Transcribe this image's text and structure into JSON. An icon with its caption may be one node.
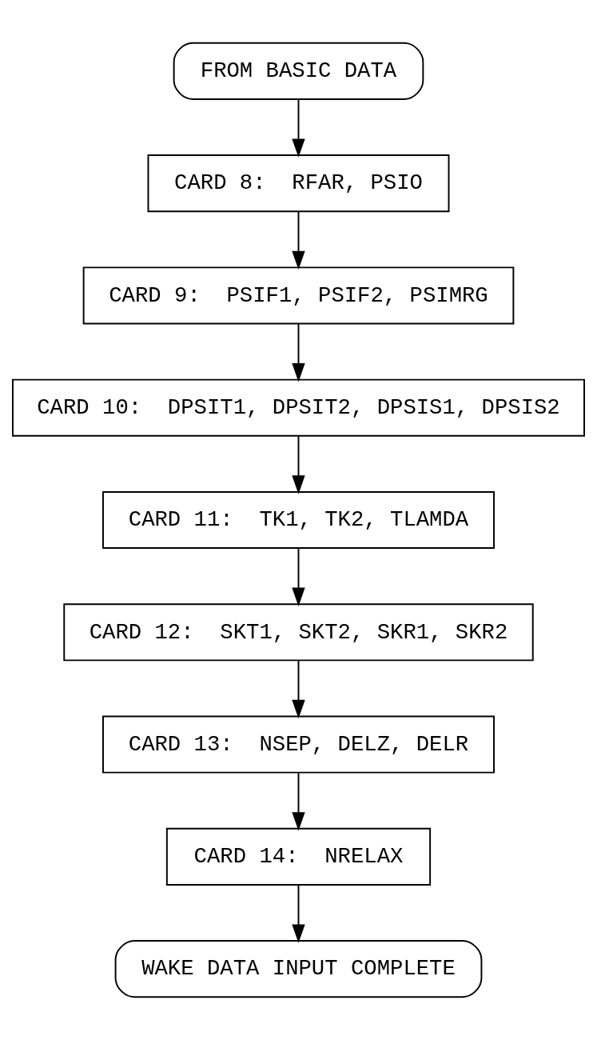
{
  "diagram": {
    "nodes": [
      {
        "text": [
          "FROM BASIC DATA"
        ]
      },
      {
        "text": [
          "CARD 8:  RFAR, PSIO"
        ]
      },
      {
        "text": [
          "CARD 9:  PSIF1, PSIF2, PSIMRG"
        ]
      },
      {
        "text": [
          "CARD 10:  DPSIT1, DPSIT2, DPSIS1, DPSIS2"
        ]
      },
      {
        "text": [
          "CARD 11:  TK1, TK2, TLAMDA"
        ]
      },
      {
        "text": [
          "CARD 12:  SKT1, SKT2, SKR1, SKR2"
        ]
      },
      {
        "text": [
          "CARD 13:  NSEP, DELZ, DELR"
        ]
      },
      {
        "text": [
          "CARD 14:  NRELAX"
        ]
      },
      {
        "text": [
          "WAKE DATA INPUT COMPLETE"
        ]
      }
    ],
    "edges": [
      {
        "from": 0,
        "to": 1,
        "arrow": "to"
      },
      {
        "from": 1,
        "to": 2,
        "arrow": "to"
      },
      {
        "from": 2,
        "to": 3,
        "arrow": "to"
      },
      {
        "from": 3,
        "to": 4,
        "arrow": "to"
      },
      {
        "from": 4,
        "to": 5,
        "arrow": "to"
      },
      {
        "from": 5,
        "to": 6,
        "arrow": "to"
      },
      {
        "from": 6,
        "to": 7,
        "arrow": "to"
      },
      {
        "from": 7,
        "to": 8,
        "arrow": "to"
      }
    ]
  }
}
